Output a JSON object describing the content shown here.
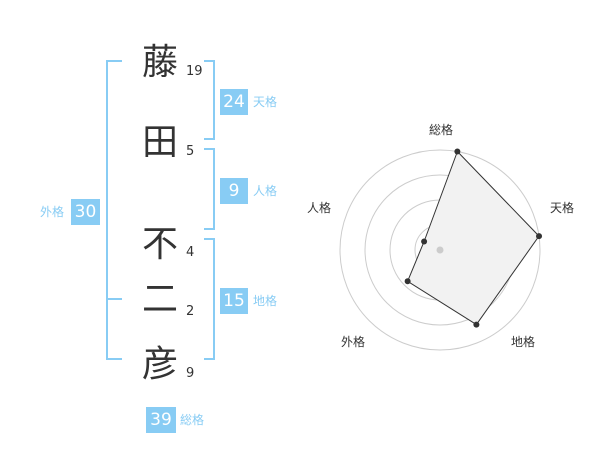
{
  "name": {
    "chars": [
      "藤",
      "田",
      "不",
      "二",
      "彦"
    ],
    "strokes": [
      "19",
      "5",
      "4",
      "2",
      "9"
    ]
  },
  "kakusu": {
    "tenkaku": {
      "value": "24",
      "label": "天格"
    },
    "jinkaku": {
      "value": "9",
      "label": "人格"
    },
    "chikaku": {
      "value": "15",
      "label": "地格"
    },
    "gaikaku": {
      "value": "30",
      "label": "外格"
    },
    "soukaku": {
      "value": "39",
      "label": "総格"
    }
  },
  "colors": {
    "accent": "#88ccf4",
    "text": "#333333",
    "fill": "#f2f2f2",
    "grid": "#cccccc"
  },
  "radar": {
    "labels": {
      "soukaku": "総格",
      "tenkaku": "天格",
      "chikaku": "地格",
      "gaikaku": "外格",
      "jinkaku": "人格"
    },
    "levels": {
      "soukaku": 1.0,
      "tenkaku": 1.0,
      "chikaku": 0.83,
      "gaikaku": 0.45,
      "jinkaku": 0.18
    }
  }
}
